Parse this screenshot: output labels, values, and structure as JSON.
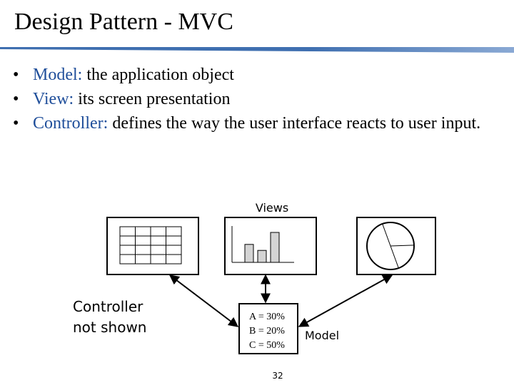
{
  "slide": {
    "title": "Design Pattern - MVC",
    "rule_colors": [
      "#3f6fb0",
      "#8aa9d4"
    ],
    "bullet_char": "•",
    "bullets": [
      {
        "term": "Model:",
        "text": " the application object"
      },
      {
        "term": "View:",
        "text": " its screen presentation"
      },
      {
        "term": "Controller:",
        "text": " defines the way the user interface reacts to user input."
      }
    ],
    "term_color": "#1f4e9a"
  },
  "diagram": {
    "views_label": "Views",
    "controller_note_line1": "Controller",
    "controller_note_line2": "not shown",
    "model_values": [
      "A = 30%",
      "B = 20%",
      "C = 50%"
    ],
    "model_label": "Model",
    "bar_values": [
      30,
      20,
      50
    ],
    "pie_values": [
      30,
      20,
      50
    ]
  },
  "footer": {
    "page_number": "32"
  }
}
